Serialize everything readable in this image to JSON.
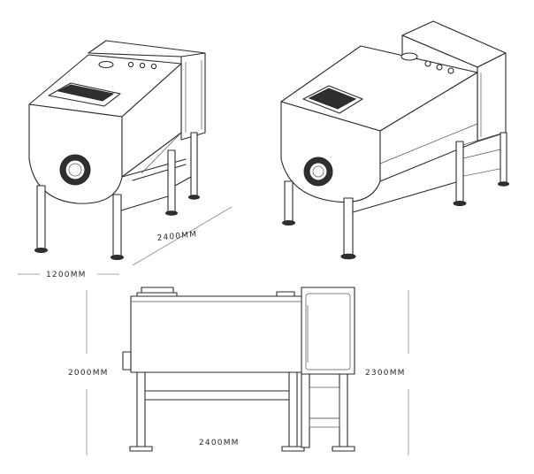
{
  "dimensions": {
    "iso_length": "2400MM",
    "iso_width": "1200MM",
    "front_height_left": "2000MM",
    "front_height_right": "2300MM",
    "front_length": "2400MM"
  }
}
